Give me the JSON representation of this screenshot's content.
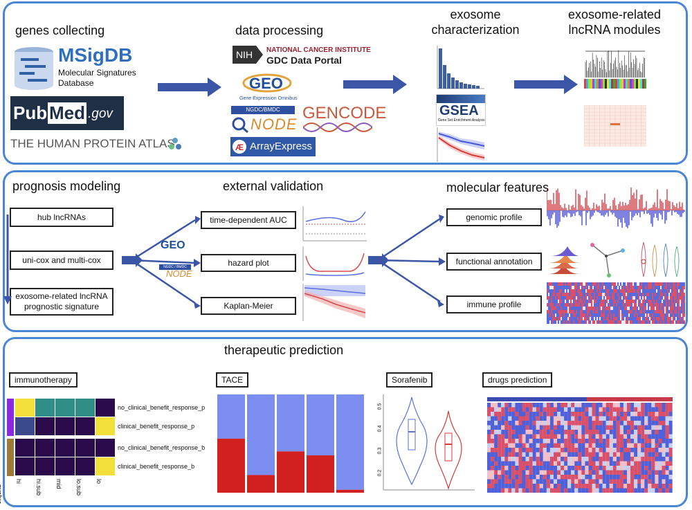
{
  "colors": {
    "panel_border": "#4a86d4",
    "arrow": "#3b56a6",
    "red": "#d21f1f",
    "blue": "#7b8ef0"
  },
  "section1": {
    "genes_collecting": "genes collecting",
    "data_processing": "data processing",
    "exosome_char": [
      "exosome",
      "characterization"
    ],
    "modules": [
      "exosome-related",
      "lncRNA modules"
    ],
    "msigdb": {
      "name": "MSigDB",
      "line1": "Molecular Signatures",
      "line2": "Database"
    },
    "pubmed": {
      "pub": "Pub",
      "med": "Med",
      ".gov": ".gov"
    },
    "hpa": "THE HUMAN PROTEIN ATLAS",
    "nih": {
      "badge": "NIH",
      "line1": "NATIONAL CANCER INSTITUTE",
      "line2": "GDC Data Portal"
    },
    "geo": {
      "name": "GEO",
      "sub": "Gene Expression Omnibus"
    },
    "ngdc": "NGDC/BMDC",
    "node": "NODE",
    "gencode": "GENCODE",
    "arrayexpress": "ArrayExpress",
    "gsea": {
      "name": "GSEA",
      "sub": "Gene Set Enrichment Analysis"
    }
  },
  "section2": {
    "prognosis_modeling": "prognosis modeling",
    "external_validation": "external validation",
    "molecular_features": "molecular features",
    "boxes_left": [
      "hub lncRNAs",
      "uni-cox and multi-cox",
      "exosome-related lncRNA prognostic signature"
    ],
    "boxes_mid": [
      "time-dependent AUC",
      "hazard plot",
      "Kaplan-Meier"
    ],
    "boxes_right": [
      "genomic profile",
      "functional annotation",
      "immune profile"
    ],
    "geo_small": "GEO",
    "node_small": "NODE",
    "ngdc_small": "NGDC / BMDC"
  },
  "section3": {
    "title": "therapeutic prediction",
    "immunotherapy": "immunotherapy",
    "tace": "TACE",
    "sorafenib": "Sorafenib",
    "drugs_prediction": "drugs prediction",
    "heatmap_rows": [
      "no_clinical_benefit_response_p",
      "clinical_benefit_response_p",
      "no_clinical_benefit_response_b",
      "clinical_benefit_response_b"
    ],
    "heatmap_cols": [
      "hi",
      "hi.sub",
      "mid",
      "lo.sub",
      "lo"
    ],
    "pvalue": "pvalue",
    "heatmap_values": [
      [
        0.9,
        0.5,
        0.5,
        0.5,
        0.1
      ],
      [
        0.2,
        0.05,
        0.05,
        0.05,
        0.9
      ],
      [
        0.05,
        0.05,
        0.05,
        0.05,
        0.05
      ],
      [
        0.05,
        0.05,
        0.05,
        0.05,
        0.9
      ]
    ],
    "tace_red_fraction": [
      0.55,
      0.18,
      0.42,
      0.38,
      0.03
    ],
    "violin_axis": [
      "0.5",
      "0.4",
      "0.3",
      "0.2"
    ]
  }
}
